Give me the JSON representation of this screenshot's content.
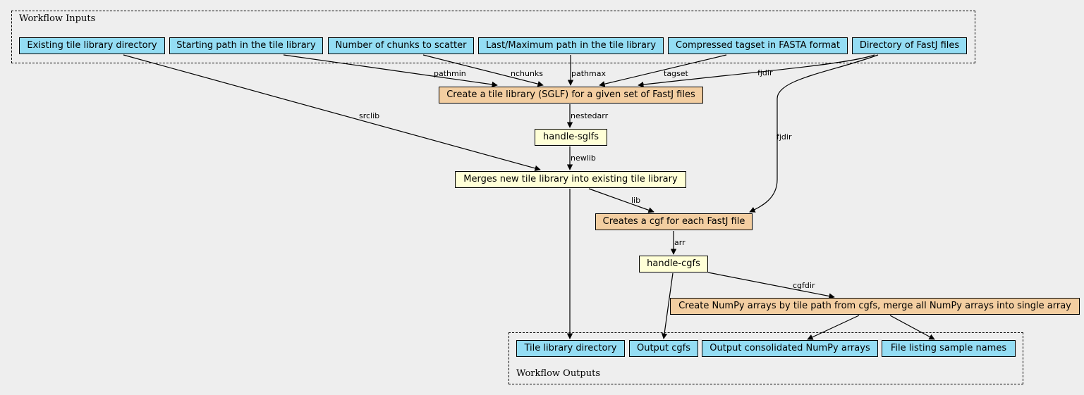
{
  "clusters": {
    "inputs_label": "Workflow Inputs",
    "outputs_label": "Workflow Outputs"
  },
  "inputs": [
    "Existing tile library directory",
    "Starting path in the tile library",
    "Number of chunks to scatter",
    "Last/Maximum path in the tile library",
    "Compressed tagset in FASTA format",
    "Directory of FastJ files"
  ],
  "steps": {
    "create_sglf": "Create a tile library (SGLF) for a given set of FastJ files",
    "handle_sglfs": "handle-sglfs",
    "merge": "Merges new tile library into existing tile library",
    "create_cgf": "Creates a cgf for each FastJ file",
    "handle_cgfs": "handle-cgfs",
    "numpy": "Create NumPy arrays by tile path from cgfs, merge all NumPy arrays into single array"
  },
  "outputs": [
    "Tile library directory",
    "Output cgfs",
    "Output consolidated NumPy arrays",
    "File listing sample names"
  ],
  "edge_labels": {
    "pathmin": "pathmin",
    "nchunks": "nchunks",
    "pathmax": "pathmax",
    "tagset": "tagset",
    "fjdir_1": "fjdir",
    "fjdir_2": "fjdir",
    "srclib": "srclib",
    "nestedarr": "nestedarr",
    "newlib": "newlib",
    "lib": "lib",
    "arr": "arr",
    "cgfdir": "cgfdir"
  },
  "colors": {
    "input_output": "#94ddf4",
    "step": "#f3cea1",
    "expression": "#ffffd7",
    "background": "#eeeeee"
  }
}
